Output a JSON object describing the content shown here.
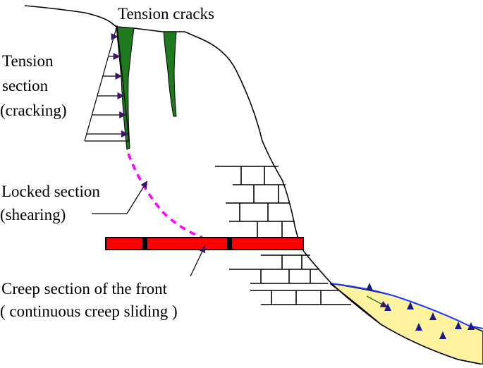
{
  "labels": {
    "tension_cracks": "Tension cracks",
    "tension_section_1": "Tension",
    "tension_section_2": "section",
    "tension_section_3": "(cracking)",
    "locked_section_1": "Locked section",
    "locked_section_2": "(shearing)",
    "creep_section_1": "Creep section of the front",
    "creep_section_2": "( continuous creep sliding )"
  },
  "colors": {
    "outline": "#000000",
    "crack_fill": "#1f7a1f",
    "locked_dash": "#ff00ff",
    "arrow": "#3a1466",
    "weak_layer": "#ff0000",
    "deposit_fill": "#fff3a0",
    "deposit_edge": "#1e3cff",
    "deposit_marker": "#1a1a8c"
  },
  "icons": {
    "stress_arrow": "arrow-right-icon",
    "deposit_marker": "triangle-icon"
  }
}
